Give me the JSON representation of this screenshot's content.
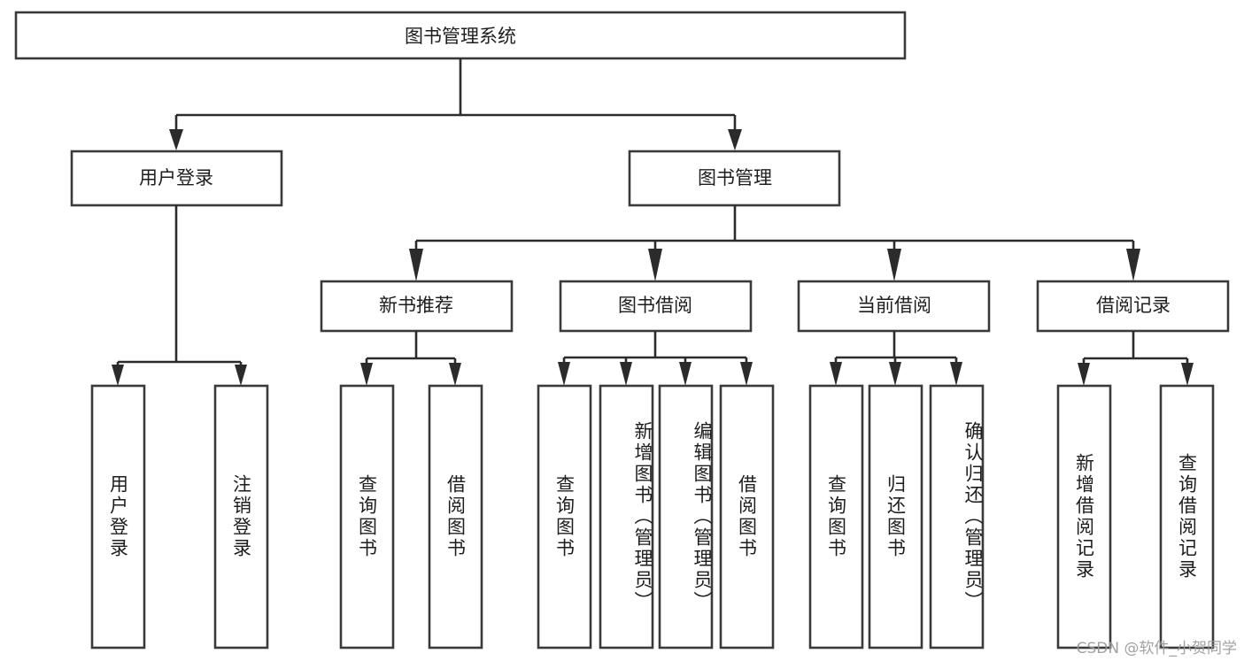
{
  "diagram": {
    "type": "tree-hierarchy",
    "title": "图书管理系统",
    "watermark": "CSDN @软件_小贺同学",
    "colors": {
      "background": "#ffffff",
      "box_stroke": "#3a3a3a",
      "edge_stroke": "#2b2b2b",
      "text": "#1d1d1d",
      "watermark_text": "#9a9a9a"
    },
    "levels": {
      "root": {
        "label": "图书管理系统"
      },
      "level2": [
        {
          "label": "用户登录"
        },
        {
          "label": "图书管理"
        }
      ],
      "level3": [
        {
          "label": "新书推荐"
        },
        {
          "label": "图书借阅"
        },
        {
          "label": "当前借阅"
        },
        {
          "label": "借阅记录"
        }
      ]
    },
    "leaves": {
      "user_login": [
        {
          "label": "用户登录"
        },
        {
          "label": "注销登录"
        }
      ],
      "new_book_recommend": [
        {
          "label": "查询图书"
        },
        {
          "label": "借阅图书"
        }
      ],
      "book_borrow": [
        {
          "label": "查询图书"
        },
        {
          "label": "新增图书（管理员）"
        },
        {
          "label": "编辑图书（管理员）"
        },
        {
          "label": "借阅图书"
        }
      ],
      "current_borrow": [
        {
          "label": "查询图书"
        },
        {
          "label": "归还图书"
        },
        {
          "label": "确认归还（管理员）"
        }
      ],
      "borrow_record": [
        {
          "label": "新增借阅记录"
        },
        {
          "label": "查询借阅记录"
        }
      ]
    }
  }
}
